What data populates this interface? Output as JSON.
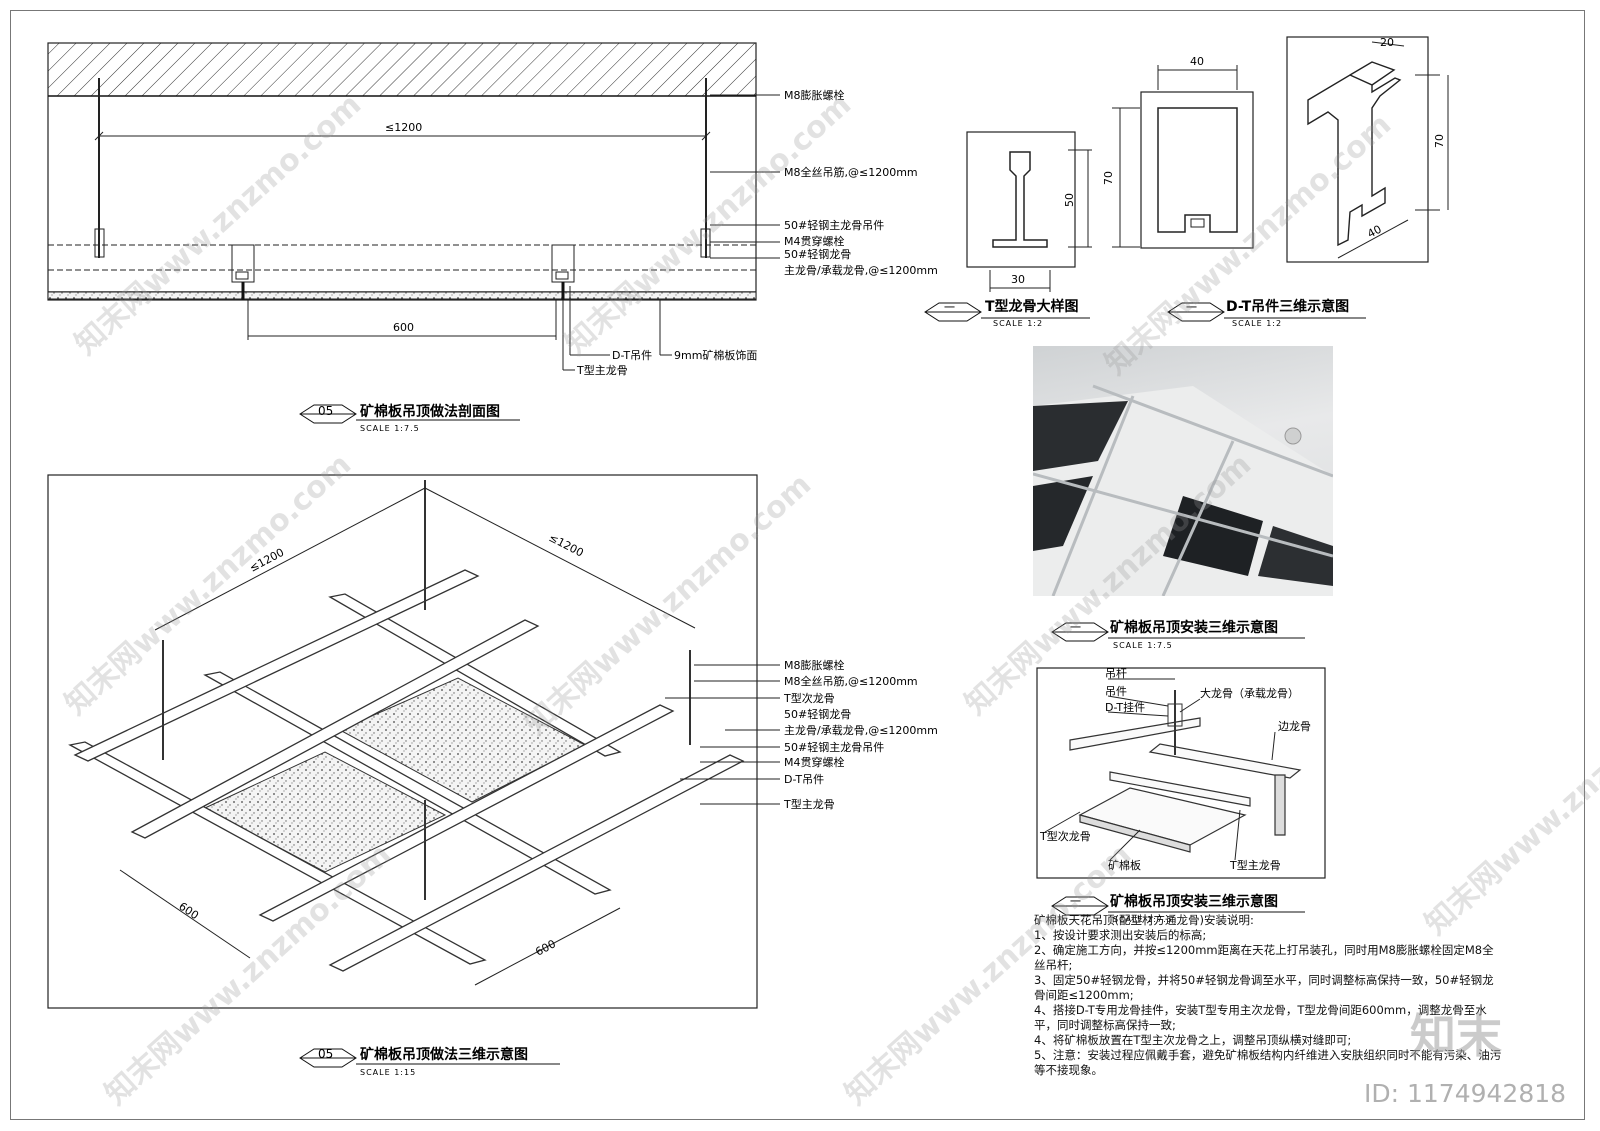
{
  "section": {
    "title_no": "05",
    "title": "矿棉板吊顶做法剖面图",
    "scale": "SCALE 1:7.5",
    "dim_span": "≤1200",
    "dim_600": "600",
    "labels": [
      "M8膨胀螺栓",
      "M8全丝吊筋,@≤1200mm",
      "50#轻钢主龙骨吊件",
      "M4贯穿螺栓",
      "50#轻钢龙骨",
      "主龙骨/承载龙骨,@≤1200mm",
      "D-T吊件",
      "T型主龙骨",
      "9mm矿棉板饰面"
    ]
  },
  "iso": {
    "title_no": "05",
    "title": "矿棉板吊顶做法三维示意图",
    "scale": "SCALE 1:15",
    "dim_span": "≤1200",
    "dim_600": "600",
    "labels": [
      "M8膨胀螺栓",
      "M8全丝吊筋,@≤1200mm",
      "T型次龙骨",
      "50#轻钢龙骨",
      "主龙骨/承载龙骨,@≤1200mm",
      "50#轻钢主龙骨吊件",
      "M4贯穿螺栓",
      "D-T吊件",
      "T型主龙骨"
    ]
  },
  "t_keel": {
    "title_no": "一",
    "title": "T型龙骨大样图",
    "scale": "SCALE 1:2",
    "height": "50",
    "width": "30"
  },
  "dt_hanger": {
    "title_no": "一",
    "title": "D-T吊件三维示意图",
    "scale": "SCALE 1:2",
    "width": "40",
    "height": "70"
  },
  "dt_3d": {
    "top": "20",
    "height": "70",
    "width": "40"
  },
  "photo": {
    "title_no": "一",
    "title": "矿棉板吊顶安装三维示意图",
    "scale": "SCALE 1:7.5"
  },
  "install": {
    "title_no": "一",
    "title": "矿棉板吊顶安装三维示意图",
    "scale": "SCALE 1:7.5",
    "labels": [
      "吊杆",
      "吊件",
      "D-T挂件",
      "大龙骨（承载龙骨）",
      "边龙骨",
      "T型次龙骨",
      "矿棉板",
      "T型主龙骨"
    ]
  },
  "notes": {
    "text": "矿棉板天花吊顶(配型材方通龙骨)安装说明:\n1、按设计要求测出安装后的标高;\n2、确定施工方向，并按≤1200mm距离在天花上打吊装孔，同时用M8膨胀螺栓固定M8全丝吊杆;\n3、固定50#轻钢龙骨，并将50#轻钢龙骨调至水平，同时调整标高保持一致，50#轻钢龙骨间距≤1200mm;\n4、搭接D-T专用龙骨挂件，安装T型专用主次龙骨，T型龙骨间距600mm，调整龙骨至水平，同时调整标高保持一致;\n4、将矿棉板放置在T型主次龙骨之上，调整吊顶纵横对缝即可;\n5、注意：安装过程应佩戴手套，避免矿棉板结构内纤维进入安肤组织同时不能有污染、油污等不接现象。"
  },
  "watermark": {
    "text": "知末网www.znzmo.com",
    "brand": "知末",
    "id": "ID: 1174942818"
  }
}
